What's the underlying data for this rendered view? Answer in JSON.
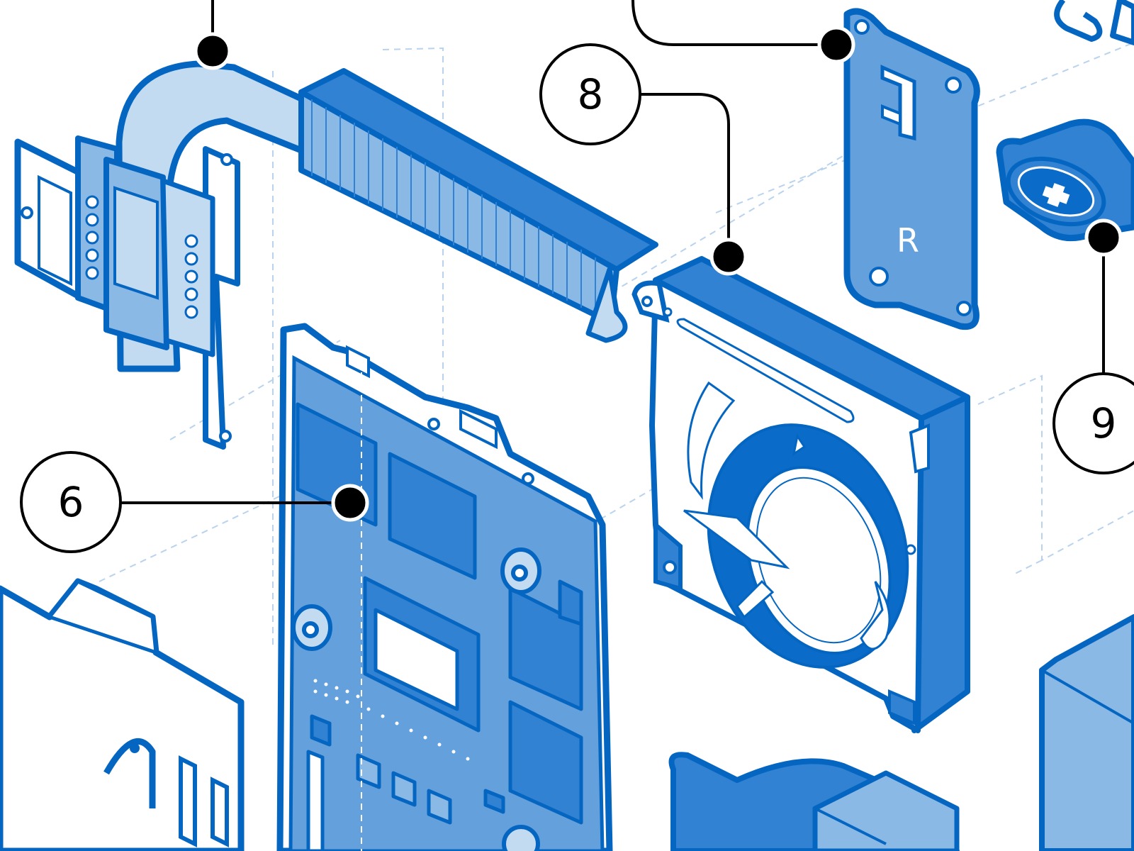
{
  "diagram": {
    "callouts": [
      {
        "id": "6",
        "label": "6"
      },
      {
        "id": "8",
        "label": "8"
      },
      {
        "id": "9",
        "label": "9"
      }
    ],
    "side_marking": "R",
    "colors": {
      "dark": "#0566c2",
      "deep": "#0a6bc8",
      "mid": "#3182d2",
      "board": "#64a0db",
      "light": "#8ab9e6",
      "pale": "#c3dbf1",
      "guide": "#b9d3ee",
      "white": "#ffffff",
      "line": "#000000"
    }
  }
}
